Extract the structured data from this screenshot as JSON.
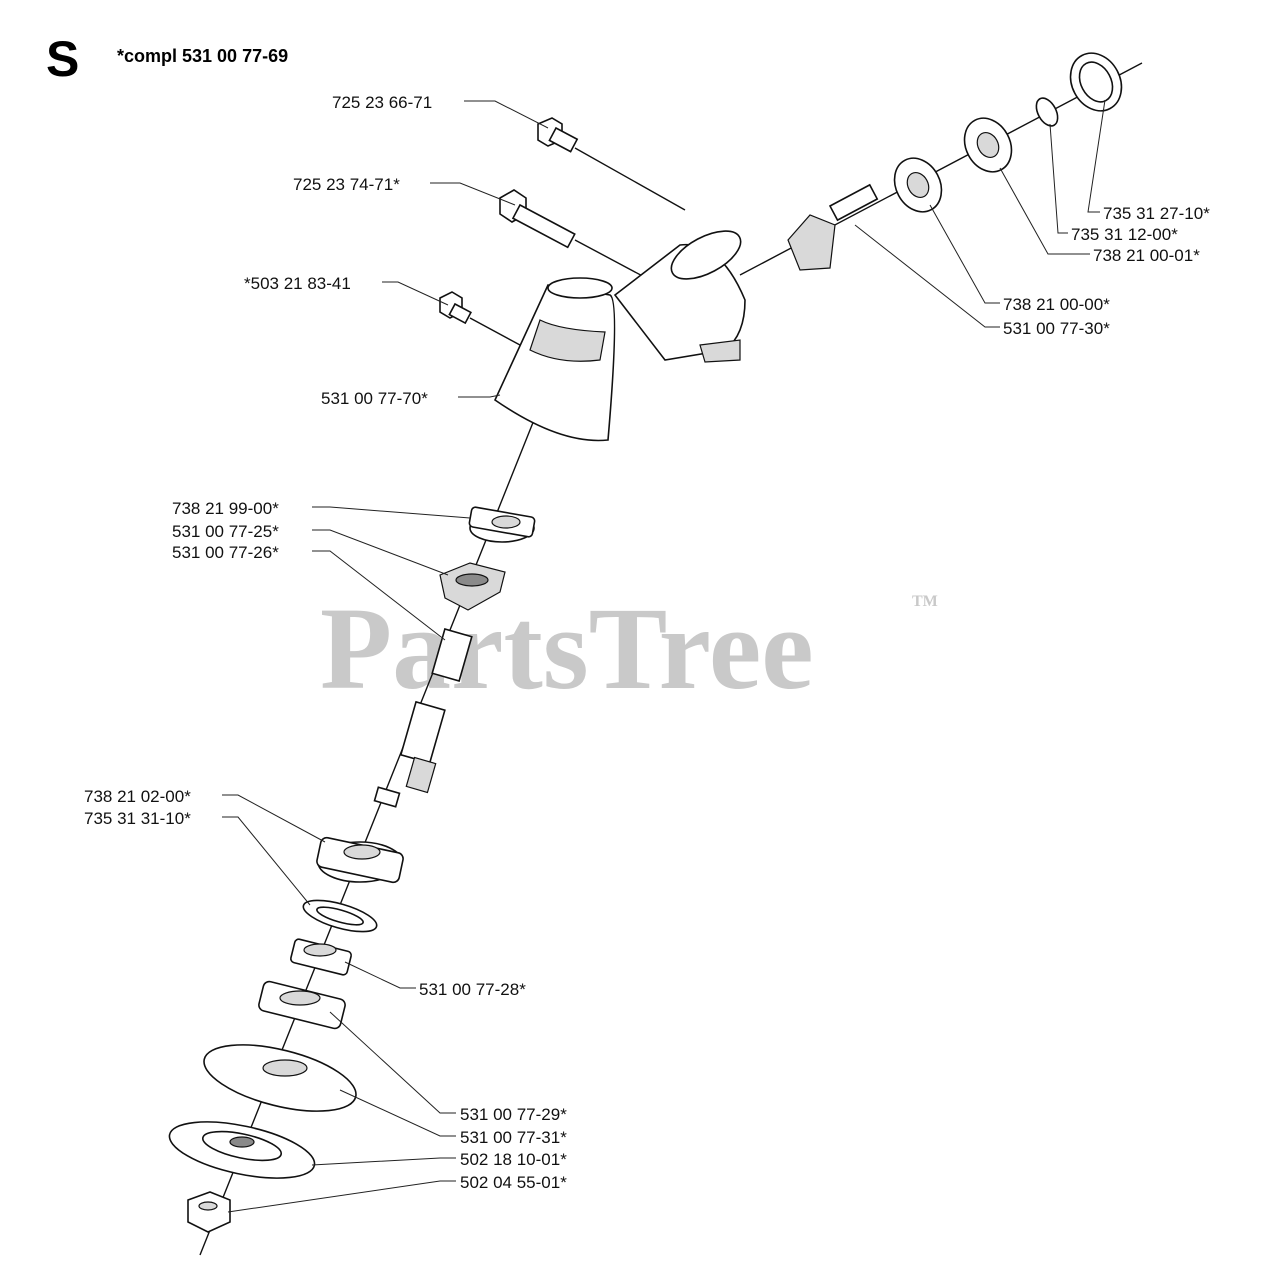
{
  "header": {
    "section_letter": "S",
    "assembly_note": "*compl 531 00 77-69"
  },
  "watermark": {
    "text": "PartsTree",
    "tm": "TM"
  },
  "parts": [
    {
      "label": "725 23 66-71"
    },
    {
      "label": "725 23 74-71*"
    },
    {
      "label": "*503 21 83-41"
    },
    {
      "label": "531 00 77-70*"
    },
    {
      "label": "735 31 27-10*"
    },
    {
      "label": "735 31 12-00*"
    },
    {
      "label": "738 21 00-01*"
    },
    {
      "label": "738 21 00-00*"
    },
    {
      "label": "531 00 77-30*"
    },
    {
      "label": "738 21 99-00*"
    },
    {
      "label": "531 00 77-25*"
    },
    {
      "label": "531 00 77-26*"
    },
    {
      "label": "738 21 02-00*"
    },
    {
      "label": "735 31 31-10*"
    },
    {
      "label": "531 00 77-28*"
    },
    {
      "label": "531 00 77-29*"
    },
    {
      "label": "531 00 77-31*"
    },
    {
      "label": "502 18 10-01*"
    },
    {
      "label": "502 04 55-01*"
    }
  ]
}
